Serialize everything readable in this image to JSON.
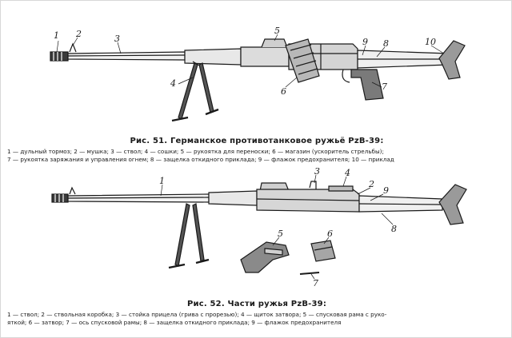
{
  "figure1": {
    "title_num": "Рис. 51.",
    "title_text": "Германское противотанковое ружьё PzB-39:",
    "legend_line1": "1 — дульный тормоз; 2 — мушка; 3 — ствол; 4 — сошки; 5 — рукоятка для переноски; 6 — магазин (ускоритель стрельбы);",
    "legend_line2": "7 — рукоятка заряжания и управления огнем; 8 — защелка откидного приклада; 9 — флажок предохранителя; 10 — приклад",
    "callouts": [
      "1",
      "2",
      "3",
      "4",
      "5",
      "6",
      "7",
      "8",
      "9",
      "10"
    ]
  },
  "figure2": {
    "title_num": "Рис. 52.",
    "title_text": "Части ружья PzB-39:",
    "legend_line1": "1 — ствол; 2 — ствольная коробка; 3 — стойка прицела (грива с прорезью); 4 — щиток затвора; 5 — спусковая рама с руко-",
    "legend_line2": "яткой; 6 — затвор; 7 — ось спусковой рамы; 8 — защелка откидного приклада; 9 — флажок предохранителя",
    "callouts": [
      "1",
      "2",
      "3",
      "4",
      "5",
      "6",
      "7",
      "8",
      "9"
    ]
  }
}
